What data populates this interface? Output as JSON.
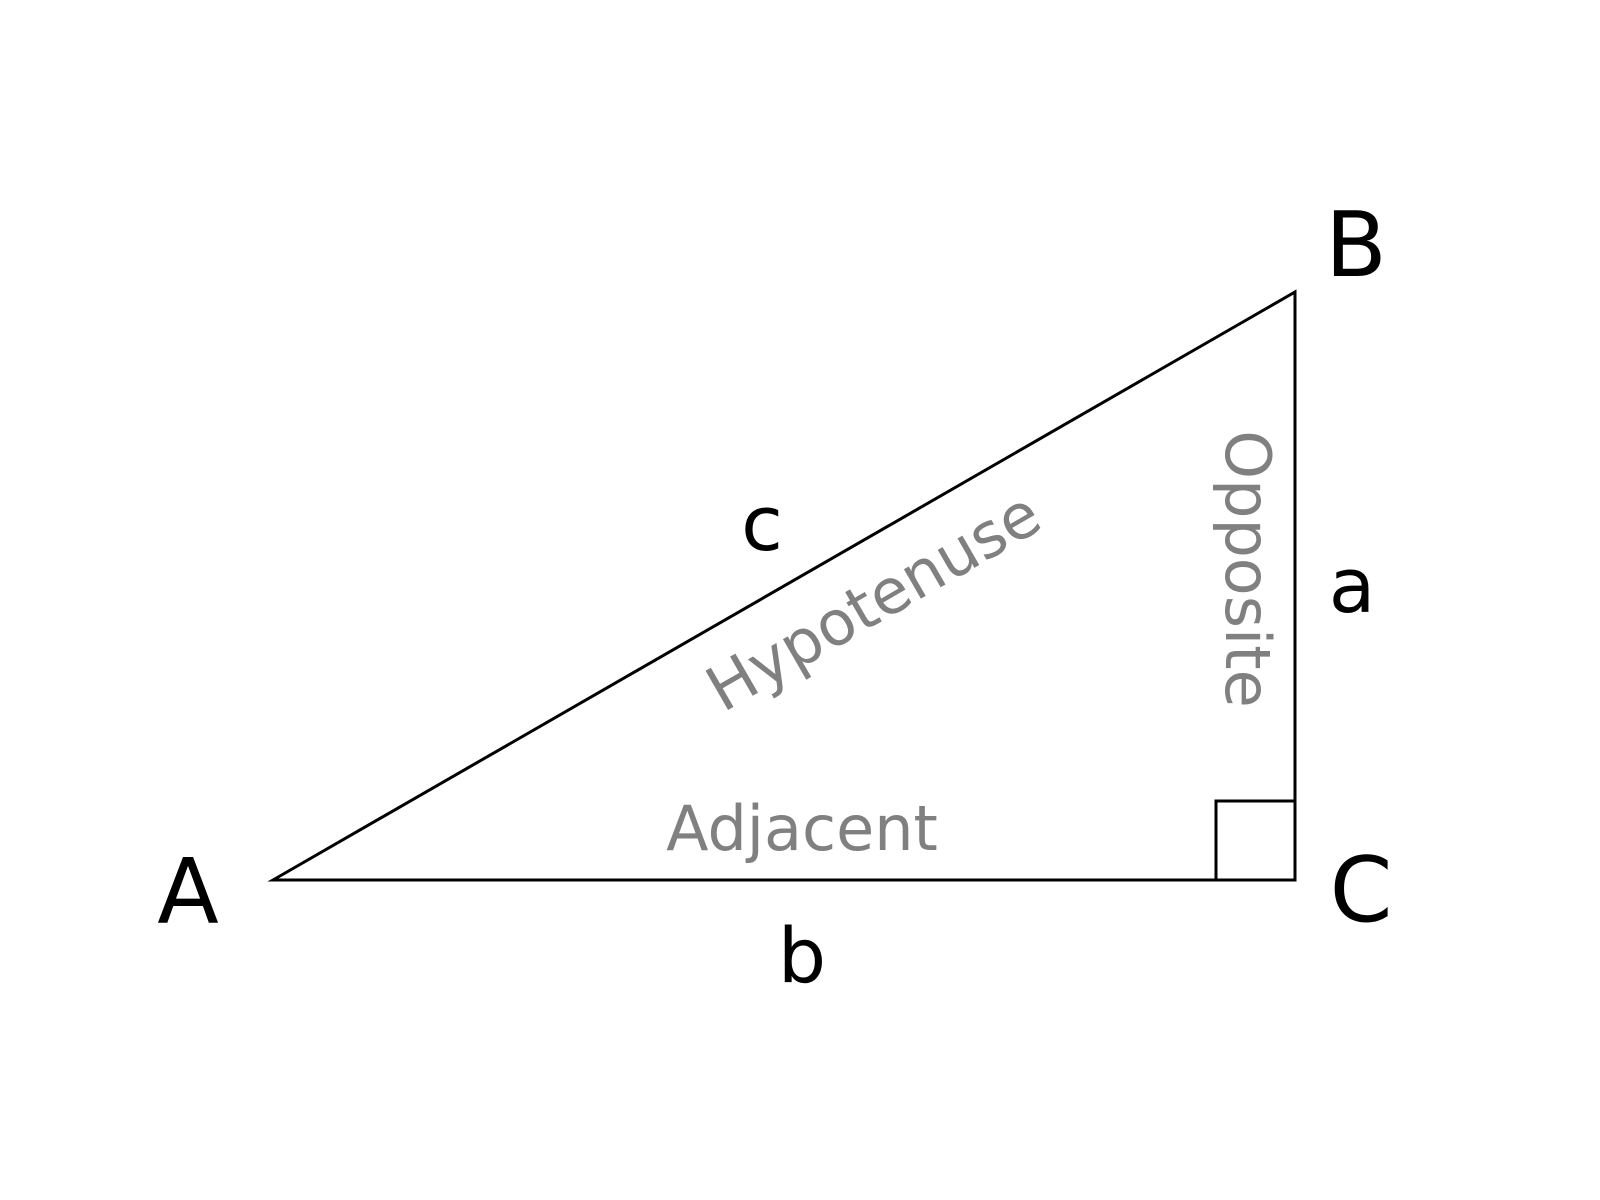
{
  "diagram": {
    "vertices": {
      "A": "A",
      "B": "B",
      "C": "C"
    },
    "sides": {
      "a": "a",
      "b": "b",
      "c": "c"
    },
    "side_names": {
      "hypotenuse": "Hypotenuse",
      "opposite": "Opposite",
      "adjacent": "Adjacent"
    },
    "colors": {
      "stroke": "#000000",
      "vertex_label": "#000000",
      "side_name": "#808080",
      "background": "#ffffff"
    },
    "right_angle_at": "C"
  }
}
